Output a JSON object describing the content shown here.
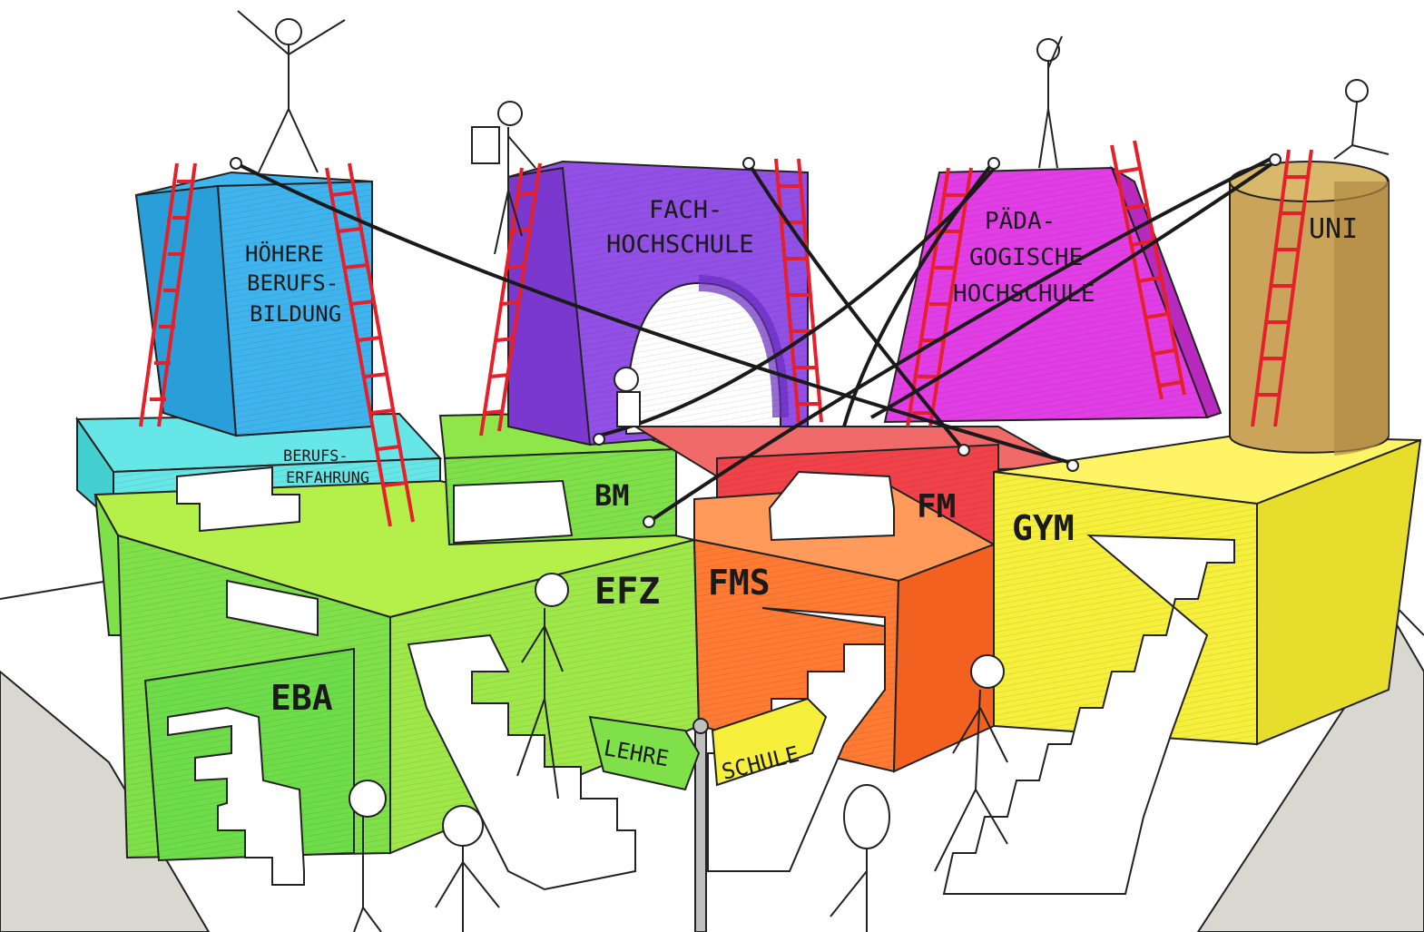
{
  "labels": {
    "hoehere_berufsbildung": [
      "HÖHERE",
      "BERUFS-",
      "BILDUNG"
    ],
    "fachhochschule": [
      "FACH-",
      "HOCHSCHULE"
    ],
    "paedagogische_hochschule": [
      "PÄDA-",
      "GOGISCHE",
      "HOCHSCHULE"
    ],
    "uni": "UNI",
    "berufserfahrung": [
      "BERUFS-",
      "ERFAHRUNG"
    ],
    "bm": "BM",
    "fm": "FM",
    "gym": "GYM",
    "efz": "EFZ",
    "fms": "FMS",
    "eba": "EBA"
  },
  "signpost": {
    "left": "LEHRE",
    "right": "SCHULE"
  },
  "colors": {
    "blue": "#3fb4ee",
    "purple": "#9350e6",
    "magenta": "#e23ee6",
    "tan": "#c9a45a",
    "cyan": "#66e6e6",
    "green": "#7fe04a",
    "lime": "#b5ef4a",
    "orange": "#ff7a33",
    "red": "#f1424a",
    "yellow": "#f6ef3c",
    "ladder": "#e5202a",
    "outline": "#222222"
  }
}
